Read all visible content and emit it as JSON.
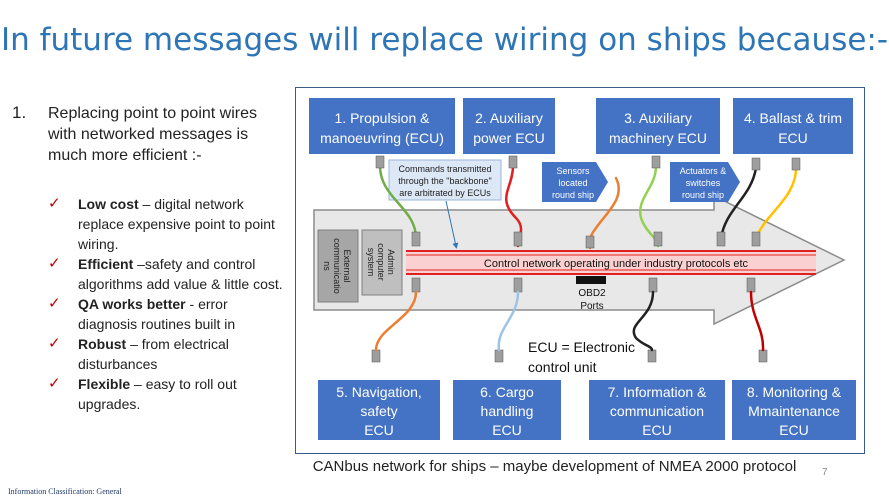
{
  "title": "In future messages will replace wiring on ships because:-",
  "point": {
    "number": "1.",
    "text": "Replacing point to point wires with networked messages is much more efficient :-"
  },
  "bullets": [
    {
      "bold": "Low cost",
      "rest": " – digital network replace expensive point to point wiring."
    },
    {
      "bold": "Efficient",
      "rest": " –safety and control algorithms add value & little cost."
    },
    {
      "bold": "QA works better",
      "rest": " - error diagnosis routines built in"
    },
    {
      "bold": "Robust",
      "rest": " – from electrical disturbances"
    },
    {
      "bold": "Flexible",
      "rest": " – easy to roll out upgrades."
    }
  ],
  "diagram": {
    "top_ecus": [
      {
        "line1": "1.  Propulsion &",
        "line2": "manoeuvring  (ECU)"
      },
      {
        "line1": "2. Auxiliary",
        "line2": "power ECU"
      },
      {
        "line1": "3. Auxiliary",
        "line2": "machinery ECU"
      },
      {
        "line1": "4. Ballast & trim",
        "line2": "ECU"
      }
    ],
    "bottom_ecus": [
      {
        "line1": "5. Navigation,",
        "line2": "safety",
        "line3": "ECU"
      },
      {
        "line1": "6. Cargo",
        "line2": "handling",
        "line3": "ECU"
      },
      {
        "line1": "7. Information &",
        "line2": "communication",
        "line3": "ECU"
      },
      {
        "line1": "8. Monitoring &",
        "line2": "Mmaintenance",
        "line3": "ECU"
      }
    ],
    "commands_note": {
      "line1": "Commands transmitted",
      "line2": "through the \"backbone\"",
      "line3": "are arbitrated by ECUs"
    },
    "sensors_tag": {
      "line1": "Sensors",
      "line2": "located",
      "line3": "round ship"
    },
    "actuators_tag": {
      "line1": "Actuators &",
      "line2": "switches",
      "line3": "round ship"
    },
    "external_comm": {
      "line1": "External",
      "line2": "communicatio",
      "line3": "ns"
    },
    "admin_system": {
      "line1": "Admin",
      "line2": "computer",
      "line3": "system"
    },
    "backbone_label": "Control network operating under industry protocols etc",
    "obd2": {
      "line1": "OBD2",
      "line2": "Ports"
    },
    "ecu_def": {
      "line1": "ECU = Electronic",
      "line2": "control unit"
    }
  },
  "caption": "CANbus network for ships – maybe development of NMEA 2000 protocol",
  "page_number": "7",
  "footer": "Information Classification: General",
  "colors": {
    "title": "#2e75b6",
    "ecu_box": "#4472c4",
    "tick": "#c00000",
    "backbone_red": "#e02020"
  }
}
